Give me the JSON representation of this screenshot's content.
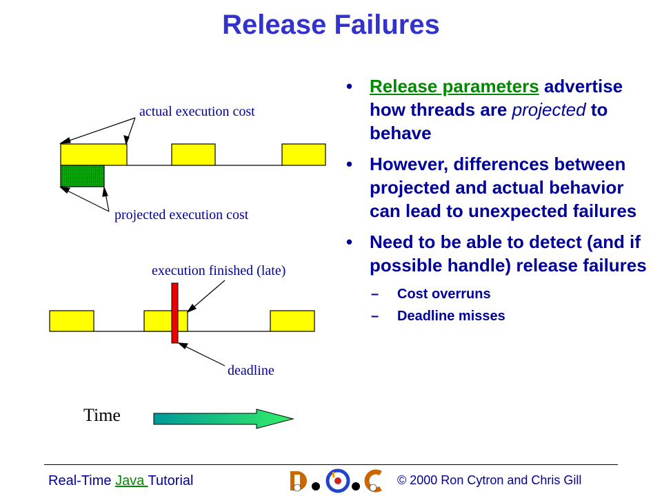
{
  "slide": {
    "title": "Release Failures"
  },
  "bullets": [
    {
      "link": "Release parameters",
      "text_a": " advertise how threads are ",
      "emphasis": "projected",
      "text_b": " to behave"
    },
    {
      "text": "However, differences between projected and actual behavior can lead to unexpected failures"
    },
    {
      "text": "Need to be able to detect (and if possible handle) release failures"
    }
  ],
  "sub_bullets": [
    "Cost overruns",
    "Deadline misses"
  ],
  "bullet_marker": "•",
  "sub_marker": "–",
  "diagram": {
    "actual_cost_label": "actual execution cost",
    "projected_cost_label": "projected execution cost",
    "finished_late_label": "execution finished (late)",
    "deadline_label": "deadline",
    "time_label": "Time"
  },
  "footer": {
    "left_a": "Real-Time ",
    "left_link": "Java ",
    "left_b": "Tutorial",
    "right": "© 2000 Ron Cytron and Chris Gill"
  },
  "colors": {
    "title": "#3333cc",
    "text": "#000099",
    "link": "#008800",
    "box_fill": "#ffff00",
    "projected_fill": "#00aa00",
    "deadline": "#ee0000",
    "arrow": "#33cc66"
  },
  "icons": {
    "logo": "doc-group-logo",
    "time_arrow": "right-arrow-icon"
  }
}
